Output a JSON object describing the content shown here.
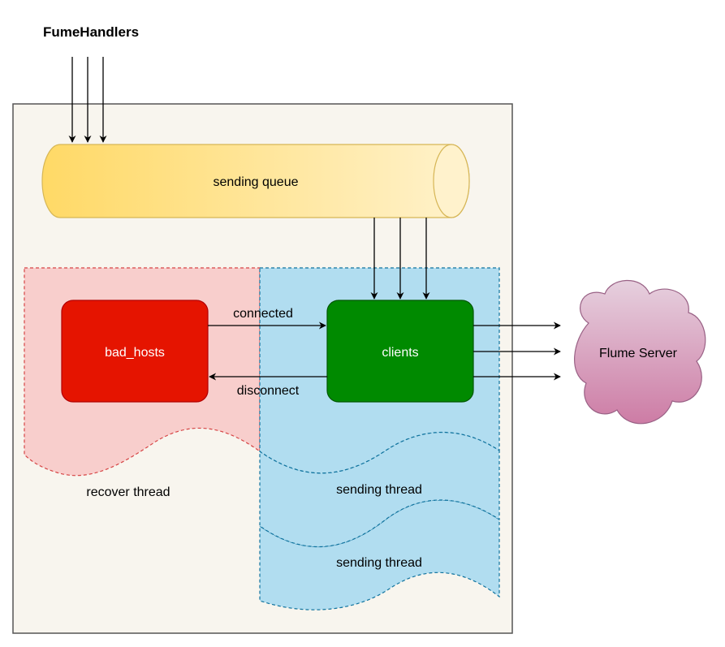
{
  "labels": {
    "source": "FumeHandlers",
    "queue": "sending queue",
    "bad_hosts": "bad_hosts",
    "clients": "clients",
    "connected": "connected",
    "disconnect": "disconnect",
    "server": "Flume Server",
    "recover_thread": "recover thread",
    "sending_thread_1": "sending thread",
    "sending_thread_2": "sending thread"
  },
  "colors": {
    "container_fill": "#f8f5ee",
    "container_stroke": "#555555",
    "queue_fill_start": "#ffd966",
    "queue_fill_end": "#fff2cc",
    "queue_stroke": "#d6b656",
    "recover_fill": "#f8cecc",
    "recover_stroke": "#d64545",
    "sending_fill": "#b1ddf0",
    "sending_stroke": "#10739e",
    "bad_hosts_fill": "#e51400",
    "bad_hosts_stroke": "#b20000",
    "clients_fill": "#008a00",
    "clients_stroke": "#005700",
    "cloud_fill_top": "#e6d0de",
    "cloud_fill_bottom": "#cd7ca5",
    "cloud_stroke": "#996185"
  }
}
